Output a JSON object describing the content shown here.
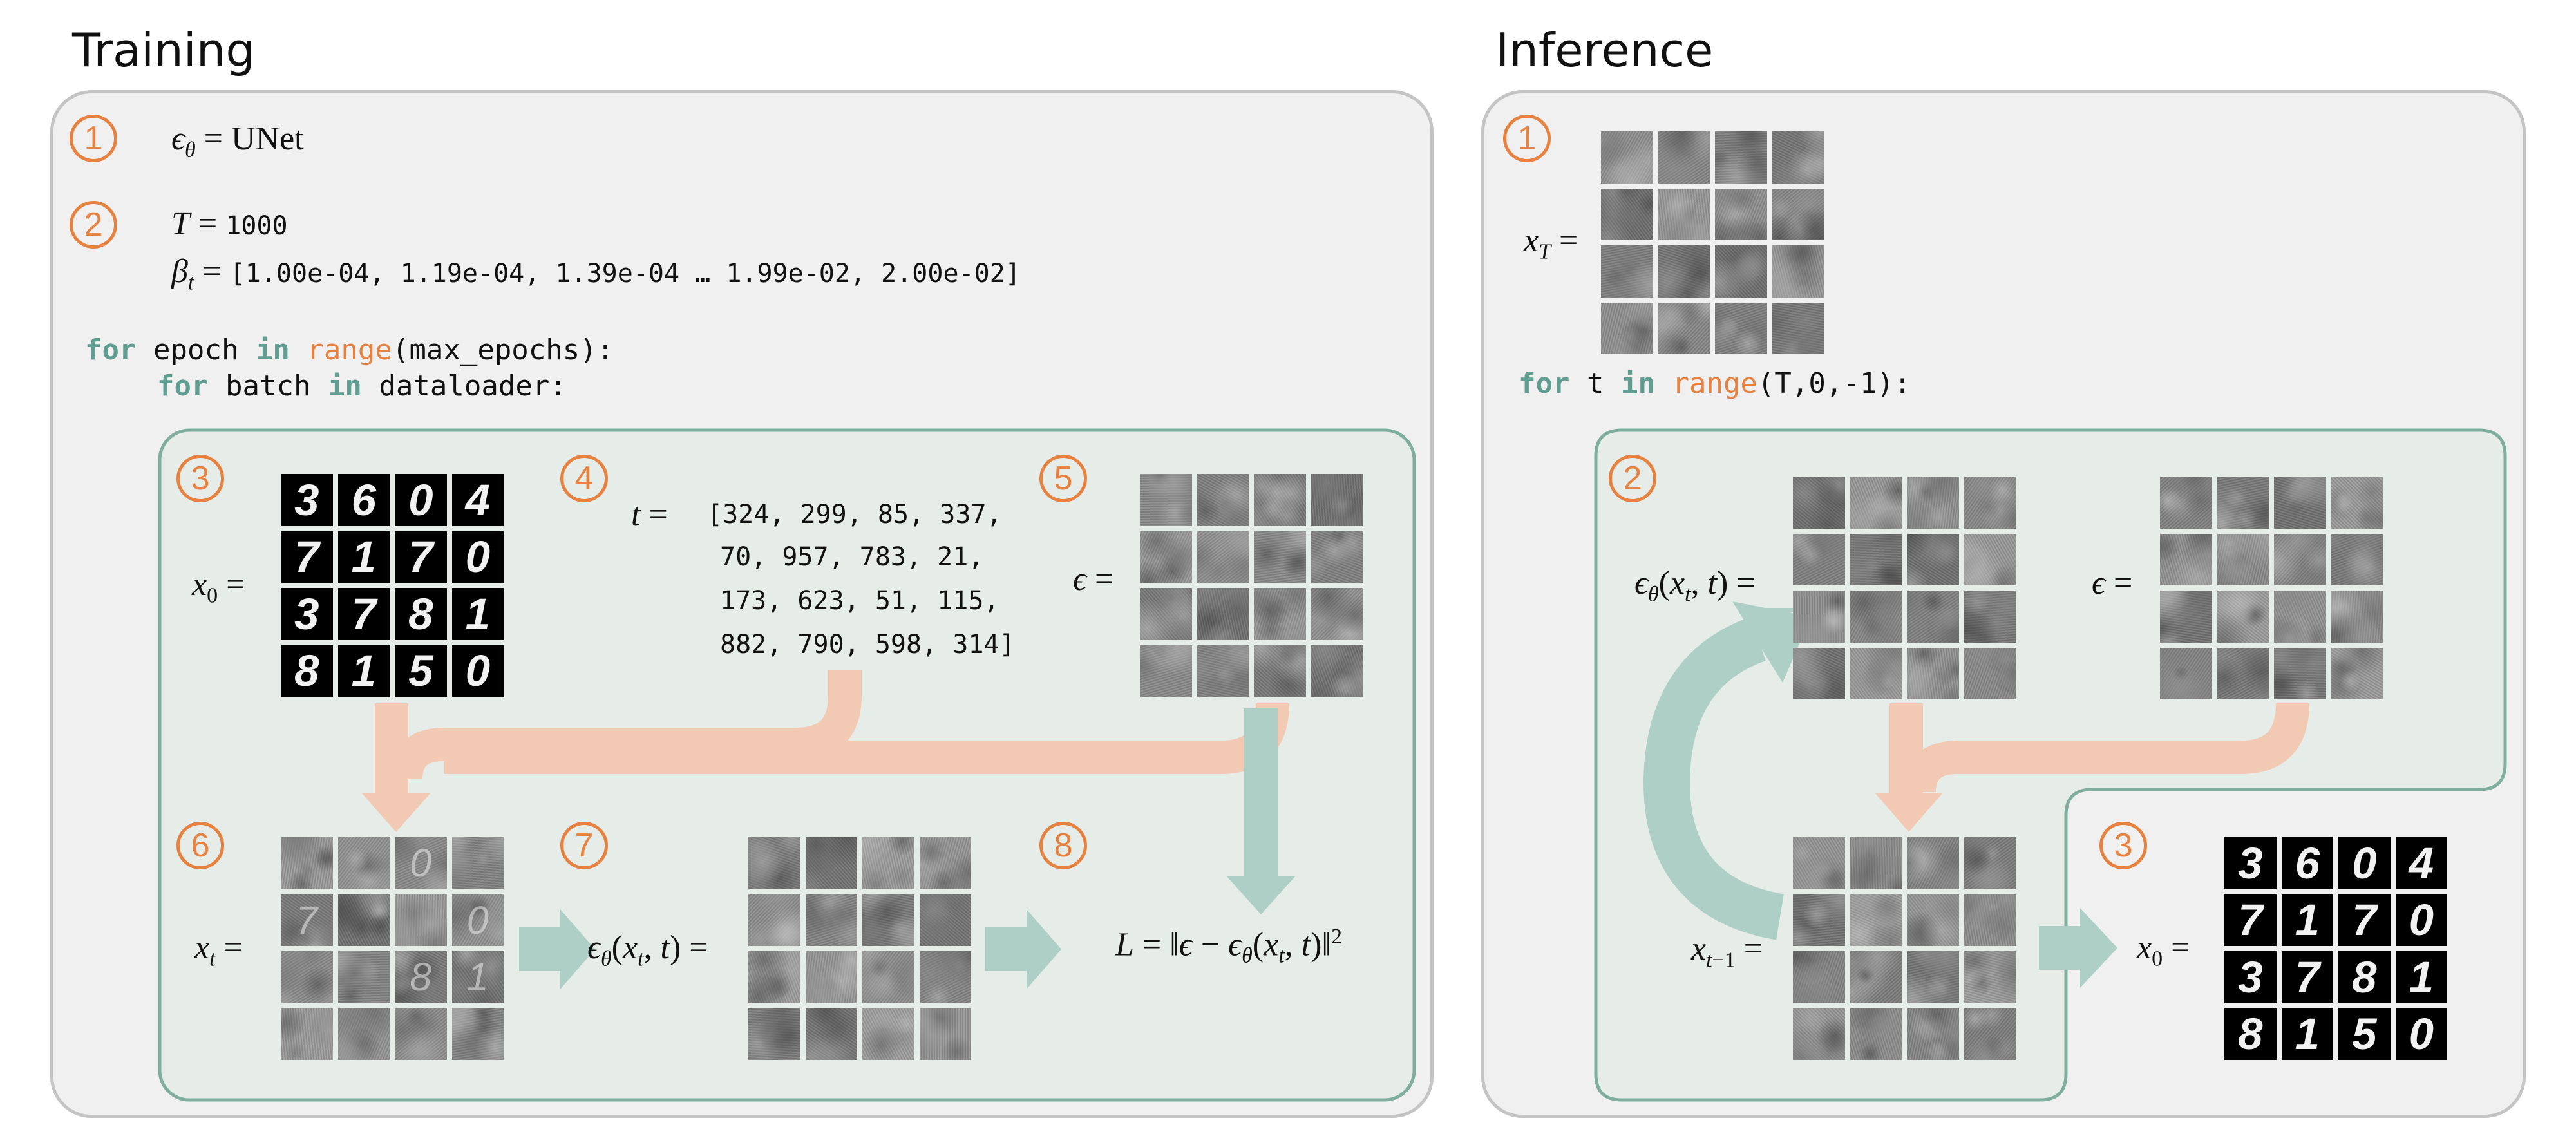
{
  "training": {
    "heading": "Training",
    "steps": [
      "1",
      "2",
      "3",
      "4",
      "5",
      "6",
      "7",
      "8"
    ],
    "model_rhs": "UNet",
    "T_value": "1000",
    "beta_values": "[1.00e-04, 1.19e-04, 1.39e-04 … 1.99e-02, 2.00e-02]",
    "loop1": {
      "kw1": "for",
      "var": "epoch",
      "kw2": "in",
      "fn": "range",
      "args": "(max_epochs):"
    },
    "loop2": {
      "kw1": "for",
      "var": "batch",
      "kw2": "in",
      "obj": "dataloader:"
    },
    "t_rows": [
      "[324, 299, 85, 337,",
      "70, 957, 783, 21,",
      "173, 623, 51, 115,",
      "882, 790, 598, 314]"
    ],
    "digits": [
      "3",
      "6",
      "0",
      "4",
      "7",
      "1",
      "7",
      "0",
      "3",
      "7",
      "8",
      "1",
      "8",
      "1",
      "5",
      "0"
    ]
  },
  "inference": {
    "heading": "Inference",
    "steps": [
      "1",
      "2",
      "3"
    ],
    "loop": {
      "kw1": "for",
      "var": "t",
      "kw2": "in",
      "fn": "range",
      "args": "(T,0,-1):"
    },
    "digits": [
      "3",
      "6",
      "0",
      "4",
      "7",
      "1",
      "7",
      "0",
      "3",
      "7",
      "8",
      "1",
      "8",
      "1",
      "5",
      "0"
    ]
  },
  "colors": {
    "accent_orange": "#e6813f",
    "keyword_teal": "#5f9e90",
    "arrow_salmon": "#f2c9b3",
    "arrow_teal": "#aecfc6",
    "inner_panel": "#e6ede9",
    "inner_border": "#7fae9f",
    "outer_panel": "#f0f0f0"
  }
}
